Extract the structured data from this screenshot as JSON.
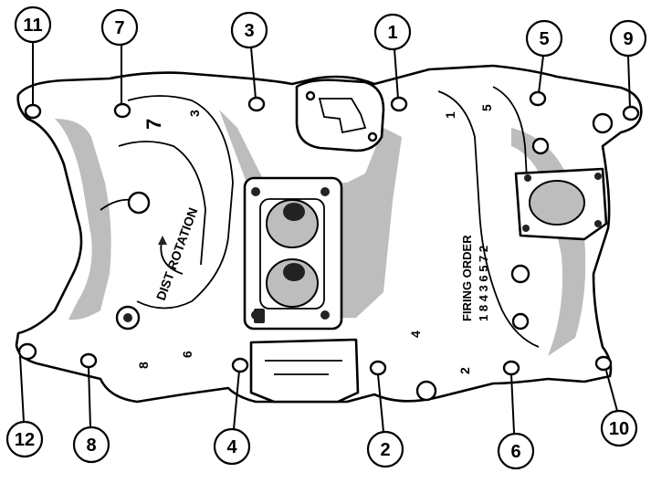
{
  "callouts": [
    "11",
    "7",
    "3",
    "1",
    "5",
    "9",
    "12",
    "8",
    "4",
    "2",
    "6",
    "10"
  ],
  "casting": {
    "rotation_label": "DIST ROTATION",
    "firing_order_label": "FIRING ORDER",
    "firing_order_sequence": "1 8 4 3 6 5 7 2",
    "port_numbers": [
      "7",
      "5",
      "3",
      "1",
      "6",
      "8",
      "4",
      "2"
    ]
  }
}
